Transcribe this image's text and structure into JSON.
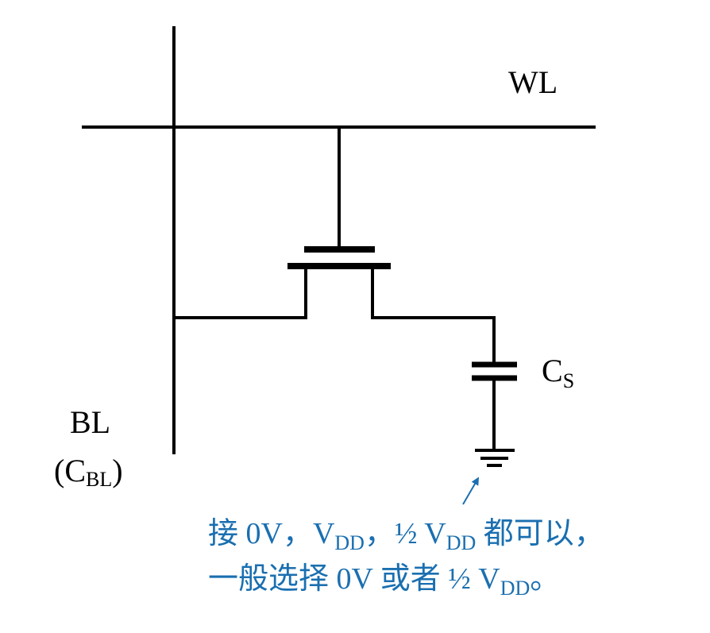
{
  "labels": {
    "wordline": "WL",
    "bitline": "BL",
    "bitline_cap_open": "(C",
    "bitline_cap_sub": "BL",
    "bitline_cap_close": ")",
    "storage_cap": "C",
    "storage_cap_sub": "S"
  },
  "annotation": {
    "line1": {
      "part1": "接 0V，V",
      "sub1": "DD",
      "part2": "，½ V",
      "sub2": "DD",
      "part3": " 都可以，"
    },
    "line2": {
      "part1": "一般选择 0V 或者 ½ V",
      "sub1": "DD",
      "part2": "。"
    }
  },
  "colors": {
    "wire": "#000000",
    "annotation": "#1a6fb0"
  }
}
